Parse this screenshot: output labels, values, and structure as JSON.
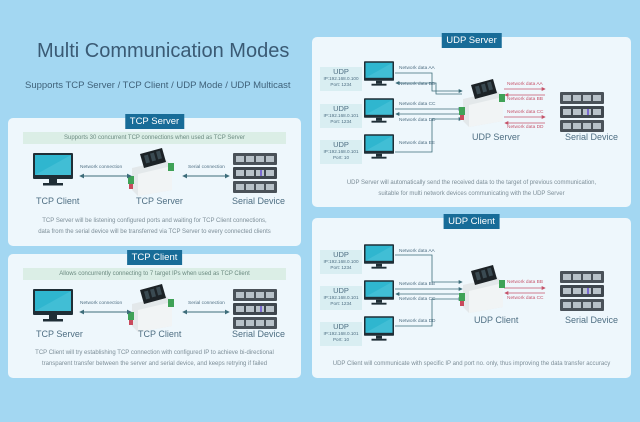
{
  "header": {
    "title": "Multi Communication Modes",
    "subtitle": "Supports TCP Server / TCP Client / UDP Mode / UDP Multicast"
  },
  "colors": {
    "background": "#a3d7f2",
    "panel": "#eef7fc",
    "title_badge": "#186c98",
    "network_arrow": "#3d6d7a",
    "serial_data_arrow": "#c6546b",
    "monitor_screen": "#2fb6cf"
  },
  "tcp_server": {
    "title": "TCP Server",
    "banner": "Supports 30 concurrent TCP connections when used as TCP Server",
    "left_label": "TCP Client",
    "center_label": "TCP Server",
    "right_label": "Serial Device",
    "left_link": "Network connection",
    "right_link": "Serial connection",
    "desc_line1": "TCP Server will be listening configured ports and waiting for TCP Client connections,",
    "desc_line2": "data from the serial device will be transferred via TCP Server to every connected clients"
  },
  "tcp_client": {
    "title": "TCP Client",
    "banner": "Allows concurrently connecting to 7 target IPs when used as TCP Client",
    "left_label": "TCP Server",
    "center_label": "TCP Client",
    "right_label": "Serial Device",
    "left_link": "Network connection",
    "right_link": "Serial connection",
    "desc_line1": "TCP Client will try establishing TCP connection with configured IP to achieve bi-directional",
    "desc_line2": "transparent transfer between the server and serial device, and keeps retrying if failed"
  },
  "udp_server": {
    "title": "UDP Server",
    "hosts": [
      {
        "name": "UDP",
        "ip": "IP:192.168.0.100",
        "port": "Port: 1234"
      },
      {
        "name": "UDP",
        "ip": "IP:192.168.0.101",
        "port": "Port: 1234"
      },
      {
        "name": "UDP",
        "ip": "IP:192.168.0.101",
        "port": "Port: 10"
      }
    ],
    "network_flows": [
      "Network data AA",
      "Network data BB",
      "Network data CC",
      "Network data DD",
      "Network data EE"
    ],
    "serial_flows": [
      "Network data AA",
      "Network data BB",
      "Network data CC",
      "Network data DD"
    ],
    "center_label": "UDP Server",
    "right_label": "Serial Device",
    "desc_line1": "UDP Server will automatically send the received data to the target of previous communication,",
    "desc_line2": "suitable for multi network devices communicating with the UDP Server"
  },
  "udp_client": {
    "title": "UDP Client",
    "hosts": [
      {
        "name": "UDP",
        "ip": "IP:192.168.0.100",
        "port": "Port: 1234"
      },
      {
        "name": "UDP",
        "ip": "IP:192.168.0.101",
        "port": "Port: 1234"
      },
      {
        "name": "UDP",
        "ip": "IP:192.168.0.101",
        "port": "Port: 10"
      }
    ],
    "network_flows": [
      "Network data AA",
      "Network data BB",
      "Network data CC",
      "Network data DD"
    ],
    "serial_flows": [
      "Network data BB",
      "Network data CC"
    ],
    "center_label": "UDP Client",
    "right_label": "Serial Device",
    "desc_line1": "UDP Client will communicate with specific IP and port no. only, thus improving the data transfer accuracy"
  }
}
